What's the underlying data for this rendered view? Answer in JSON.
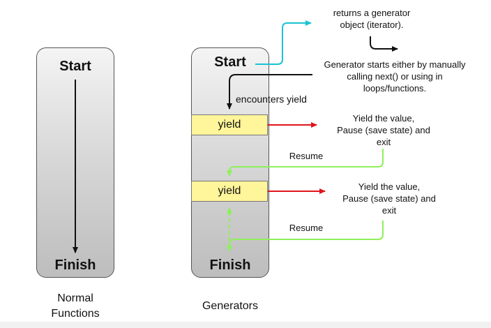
{
  "normal": {
    "start": "Start",
    "finish": "Finish",
    "caption_line1": "Normal",
    "caption_line2": "Functions"
  },
  "generator": {
    "start": "Start",
    "finish": "Finish",
    "yield1": "yield",
    "yield2": "yield",
    "caption": "Generators"
  },
  "annotations": {
    "returns_line1": "returns a generator",
    "returns_line2": "object (iterator).",
    "starts_line1": "Generator starts either by manually",
    "starts_line2": "calling next() or using in",
    "starts_line3": "loops/functions.",
    "encounters_yield": "encounters yield",
    "yield1_line1": "Yield  the value,",
    "yield1_line2": "Pause (save state) and",
    "yield1_line3": "exit",
    "yield2_line1": "Yield  the value,",
    "yield2_line2": "Pause (save state) and",
    "yield2_line3": "exit",
    "resume1": "Resume",
    "resume2": "Resume"
  },
  "colors": {
    "cyan_arrow": "#19c3d3",
    "red_arrow": "#e0141b",
    "green_arrow": "#8ef05a",
    "black_arrow": "#111111",
    "yield_fill": "#fff59a"
  }
}
